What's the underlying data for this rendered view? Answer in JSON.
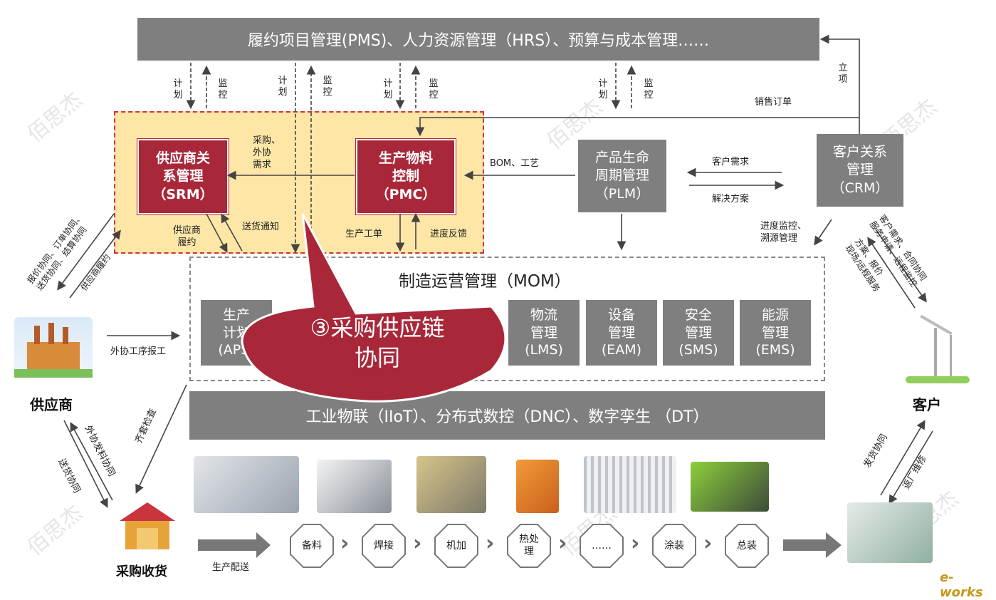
{
  "top_bar": "履约项目管理(PMS)、人力资源管理（HRS）、预算与成本管理……",
  "iiot_bar": "工业物联（IIoT）、分布式数控（DNC）、数字孪生 （DT）",
  "srm": "供应商关\n系管理\n（SRM）",
  "pmc": "生产物料\n控制\n（PMC）",
  "plm": "产品生命\n周期管理\n（PLM）",
  "crm": "客户关系\n管理\n（CRM）",
  "mom_title": "制造运营管理（MOM）",
  "mom_modules": [
    {
      "label": "生产\n计划\n(APS)"
    },
    {
      "label": "物流\n管理\n(LMS)"
    },
    {
      "label": "设备\n管理\n(EAM)"
    },
    {
      "label": "安全\n管理\n(SMS)"
    },
    {
      "label": "能源\n管理\n(EMS)"
    }
  ],
  "callout": "③采购供应链\n协同",
  "labels": {
    "plan1": "计划",
    "monitor1": "监控",
    "plan2": "计划",
    "monitor2": "监控",
    "plan3": "计划",
    "monitor3": "监控",
    "plan4": "计划",
    "monitor4": "监控",
    "lixiang": "立项",
    "sales_order": "销售订单",
    "purchase_req": "采购、\n外协\n需求",
    "bom": "BOM、工艺",
    "cust_demand": "客户需求",
    "solution": "解决方案",
    "supplier_perform": "供应商\n履约",
    "delivery_notice": "送货通知",
    "work_order": "生产工单",
    "progress_feedback": "进度反馈",
    "progress_monitor": "进度监控、\n溯源管理",
    "left_diag1": "报价协同、订单协同、\n送货协同、结算协同",
    "left_diag2": "供应商履约",
    "outsource_report": "外协工序报工",
    "right_diag1": "客户需求、合同协同\n服务申请、远程监控",
    "right_diag2": "方案、报价\n现场/远程服务",
    "kitting": "齐套检查",
    "outsource_material": "外协发料协同",
    "delivery_collab": "送货协同",
    "ship_collab": "发货协同",
    "return_repair": "返厂维修",
    "prod_delivery": "生产配送"
  },
  "supplier": "供应商",
  "customer": "客户",
  "purchase_receive": "采购收货",
  "process_steps": [
    "备料",
    "焊接",
    "机加",
    "热处\n理",
    "……",
    "涂装",
    "总装"
  ],
  "watermark": "佰思杰",
  "logo": "e-works",
  "colors": {
    "grey": "#7f7f7f",
    "red": "#a8283a",
    "orange_bg": "#fde6a6",
    "callout": "#a8283a"
  }
}
